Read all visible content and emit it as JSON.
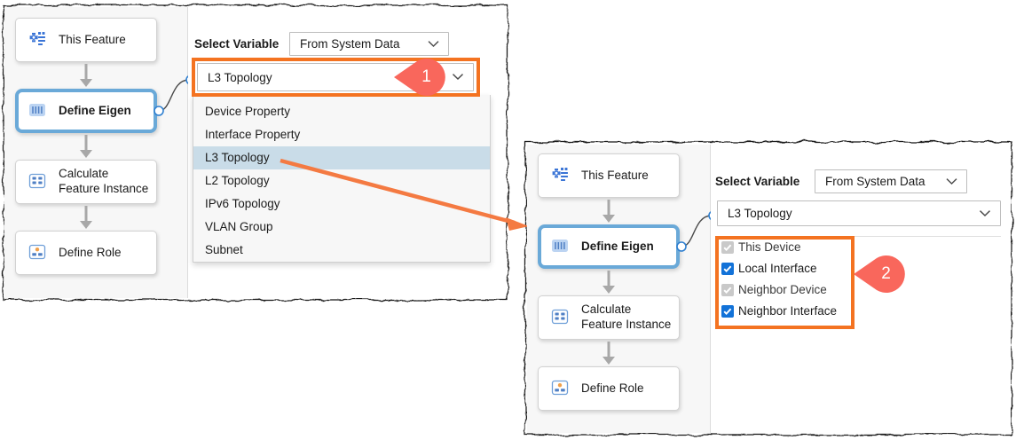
{
  "left_panel": {
    "flow": {
      "nodes": [
        {
          "label": "This Feature",
          "icon": "gear-feature-icon",
          "selected": false
        },
        {
          "label": "Define Eigen",
          "icon": "eigen-columns-icon",
          "selected": true
        },
        {
          "label": "Calculate Feature Instance",
          "icon": "grid-table-icon",
          "selected": false
        },
        {
          "label": "Define Role",
          "icon": "role-person-icon",
          "selected": false
        }
      ]
    },
    "form": {
      "select_variable_label": "Select Variable",
      "source_select": {
        "value": "From System Data"
      },
      "variable_select": {
        "value": "L3 Topology"
      },
      "dropdown_open": true,
      "dropdown_items": [
        {
          "label": "Device Property",
          "highlighted": false
        },
        {
          "label": "Interface Property",
          "highlighted": false
        },
        {
          "label": "L3 Topology",
          "highlighted": true
        },
        {
          "label": "L2 Topology",
          "highlighted": false
        },
        {
          "label": "IPv6 Topology",
          "highlighted": false
        },
        {
          "label": "VLAN Group",
          "highlighted": false
        },
        {
          "label": "Subnet",
          "highlighted": false
        }
      ]
    },
    "callout": {
      "number": "1"
    }
  },
  "right_panel": {
    "flow": {
      "nodes": [
        {
          "label": "This Feature",
          "icon": "gear-feature-icon",
          "selected": false
        },
        {
          "label": "Define Eigen",
          "icon": "eigen-columns-icon",
          "selected": true
        },
        {
          "label": "Calculate Feature Instance",
          "icon": "grid-table-icon",
          "selected": false
        },
        {
          "label": "Define Role",
          "icon": "role-person-icon",
          "selected": false
        }
      ]
    },
    "form": {
      "select_variable_label": "Select Variable",
      "source_select": {
        "value": "From System Data"
      },
      "variable_select": {
        "value": "L3 Topology"
      },
      "checkboxes": [
        {
          "label": "This Device",
          "checked": true,
          "enabled": false
        },
        {
          "label": "Local Interface",
          "checked": true,
          "enabled": true
        },
        {
          "label": "Neighbor Device",
          "checked": true,
          "enabled": false
        },
        {
          "label": "Neighbor Interface",
          "checked": true,
          "enabled": true
        }
      ]
    },
    "callout": {
      "number": "2"
    }
  },
  "annotations": {
    "connector_arrow": "orange-arrow",
    "accent_color": "#f47321",
    "pin_color": "#f9675c",
    "selected_node_color": "#6aa9d8",
    "checkbox_on_color": "#1272d8"
  }
}
